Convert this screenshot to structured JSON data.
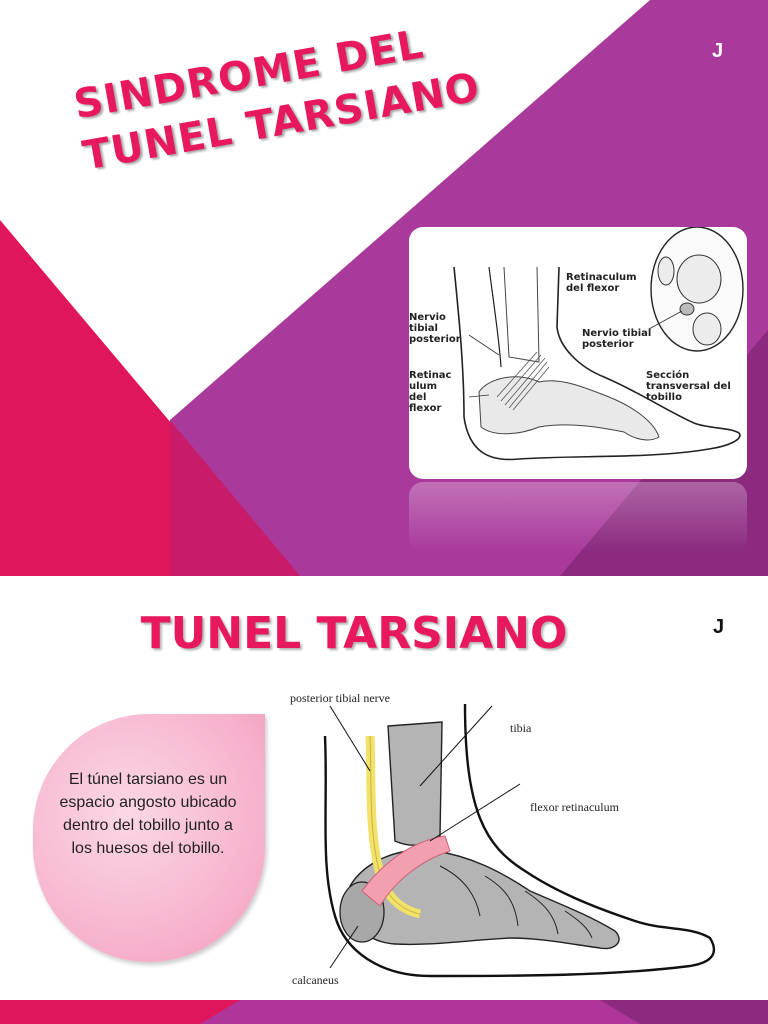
{
  "slide1": {
    "title_line1": "SINDROME DEL",
    "title_line2": "TUNEL TARSIANO",
    "corner_mark": "J",
    "figure_labels": {
      "retinaculum_flexor": "Retinaculum del flexor",
      "nervio_tibial_posterior_left": "Nervio tibial posterior",
      "retinaculum_left": "Retinac ulum del flexor",
      "nervio_tibial_posterior_right": "Nervio tibial posterior",
      "seccion": "Sección transversal del tobillo"
    },
    "colors": {
      "accent": "#e8185e",
      "purple": "#a93a9c",
      "dark_purple": "#7a1f6e"
    }
  },
  "slide2": {
    "title": "TUNEL TARSIANO",
    "corner_mark": "J",
    "bubble_text": "El túnel tarsiano es un espacio angosto ubicado dentro del tobillo junto a los huesos del tobillo.",
    "figure_labels": {
      "posterior_tibial_nerve": "posterior tibial nerve",
      "tibia": "tibia",
      "flexor_retinaculum": "flexor retinaculum",
      "calcaneus": "calcaneus"
    },
    "colors": {
      "bone": "#b4b4b4",
      "nerve": "#f2e26a",
      "retinaculum": "#f2a0b0",
      "bottom_bar": "#b0359a"
    }
  }
}
